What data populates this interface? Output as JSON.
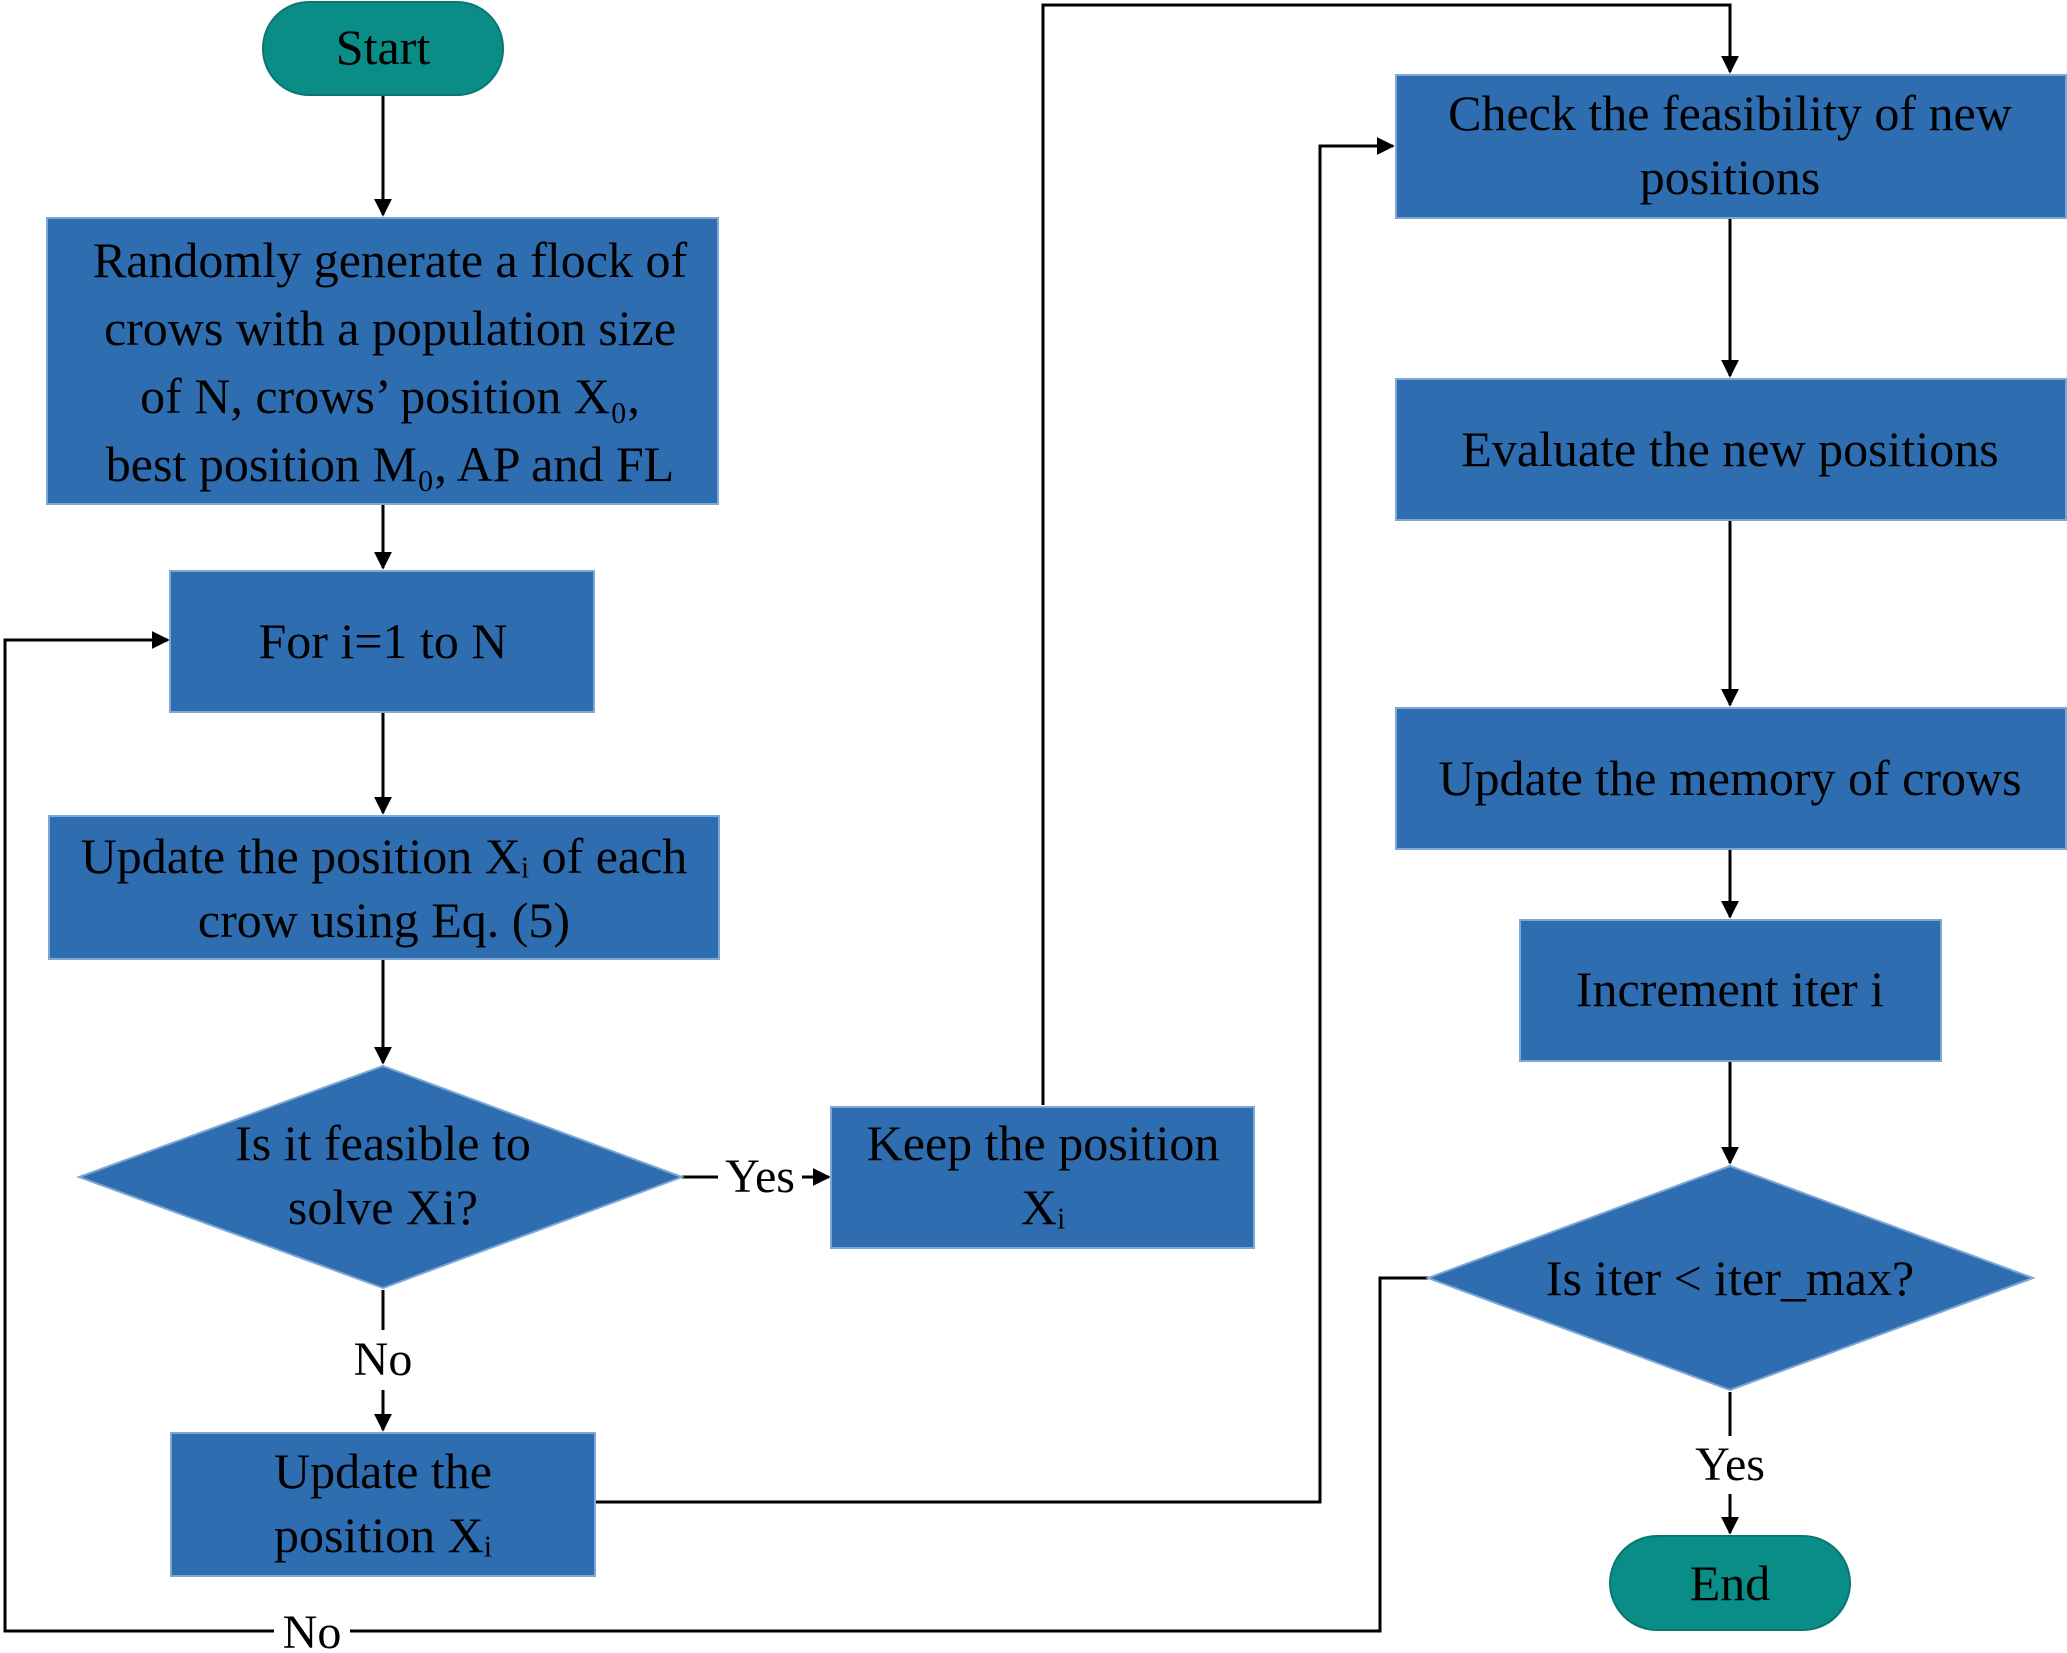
{
  "diagram": {
    "type": "flowchart",
    "nodes": {
      "start": {
        "lines": [
          "Start"
        ]
      },
      "init": {
        "lines": [
          "Randomly generate a flock of",
          "crows with a population size",
          "of N, crows’ position X₀,",
          "best position M₀, AP and FL"
        ]
      },
      "loop": {
        "lines": [
          "For i=1 to N"
        ]
      },
      "update_pos": {
        "lines": [
          "Update the position Xᵢ of each",
          "crow using Eq. (5)"
        ]
      },
      "feasible": {
        "lines": [
          "Is it feasible to",
          "solve Xi?"
        ]
      },
      "keep": {
        "lines": [
          "Keep the position",
          "Xᵢ"
        ]
      },
      "update_pos2": {
        "lines": [
          "Update the",
          "position Xᵢ"
        ]
      },
      "check": {
        "lines": [
          "Check the feasibility of new",
          "positions"
        ]
      },
      "evaluate": {
        "lines": [
          "Evaluate the new positions"
        ]
      },
      "memory": {
        "lines": [
          "Update the memory of crows"
        ]
      },
      "increment": {
        "lines": [
          "Increment iter i"
        ]
      },
      "iter_check": {
        "lines": [
          "Is iter < iter_max?"
        ]
      },
      "end": {
        "lines": [
          "End"
        ]
      }
    },
    "edge_labels": {
      "feasible_yes": "Yes",
      "feasible_no": "No",
      "iter_yes": "Yes",
      "iter_no": "No"
    },
    "colors": {
      "process_fill": "#2E6DB0",
      "terminal_fill": "#0A8C87",
      "line": "#000000"
    }
  }
}
